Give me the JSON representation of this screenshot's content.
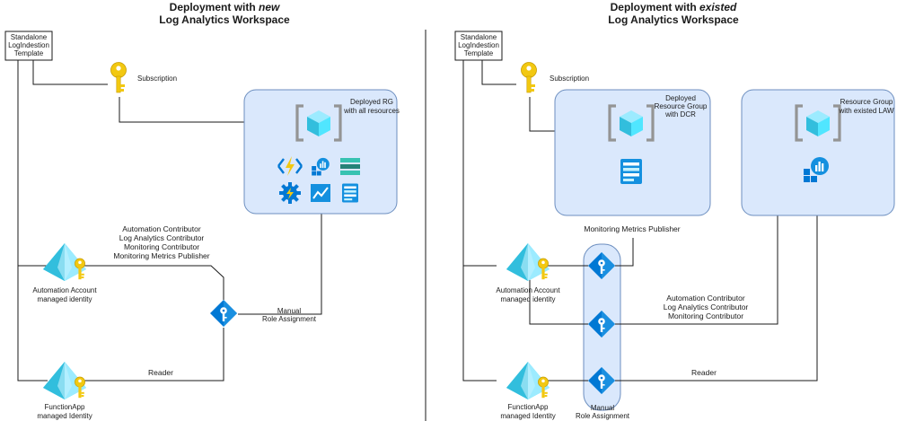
{
  "left": {
    "title_line1_prefix": "Deployment with ",
    "title_line1_emph": "new",
    "title_line2": "Log Analytics Workspace",
    "template_label": [
      "Standalone",
      "LogIndestion",
      "Template"
    ],
    "subscription_label": "Subscription",
    "rg_label": [
      "Deployed RG",
      "with all resources"
    ],
    "automation_label": [
      "Automation Account",
      "managed identity"
    ],
    "function_label": [
      "FunctionApp",
      "managed Identity"
    ],
    "roles_label": [
      "Automation Contributor",
      "Log Analytics Contributor",
      "Monitoring Contributor",
      "Monitoring Metrics Publisher"
    ],
    "reader_label": "Reader",
    "manual_label": [
      "Manual",
      "Role Assignment"
    ]
  },
  "right": {
    "title_line1_prefix": "Deployment with ",
    "title_line1_emph": "existed",
    "title_line2": "Log Analytics Workspace",
    "template_label": [
      "Standalone",
      "LogIndestion",
      "Template"
    ],
    "subscription_label": "Subscription",
    "rg_dcr_label": [
      "Deployed",
      "Resource Group",
      "with DCR"
    ],
    "rg_law_label": [
      "Resource Group",
      "with existed LAW"
    ],
    "publisher_label": "Monitoring Metrics Publisher",
    "automation_label": [
      "Automation Account",
      "managed identity"
    ],
    "function_label": [
      "FunctionApp",
      "managed Identity"
    ],
    "roles_label": [
      "Automation Contributor",
      "Log Analytics Contributor",
      "Monitoring Contributor"
    ],
    "reader_label": "Reader",
    "manual_label": [
      "Manual",
      "Role Assignment"
    ]
  },
  "colors": {
    "group_fill": "#dae8fc",
    "group_stroke": "#6c8ebf",
    "key_gold": "#f2c811",
    "azure_blue": "#0078d4",
    "cube_cyan": "#50e6ff"
  }
}
